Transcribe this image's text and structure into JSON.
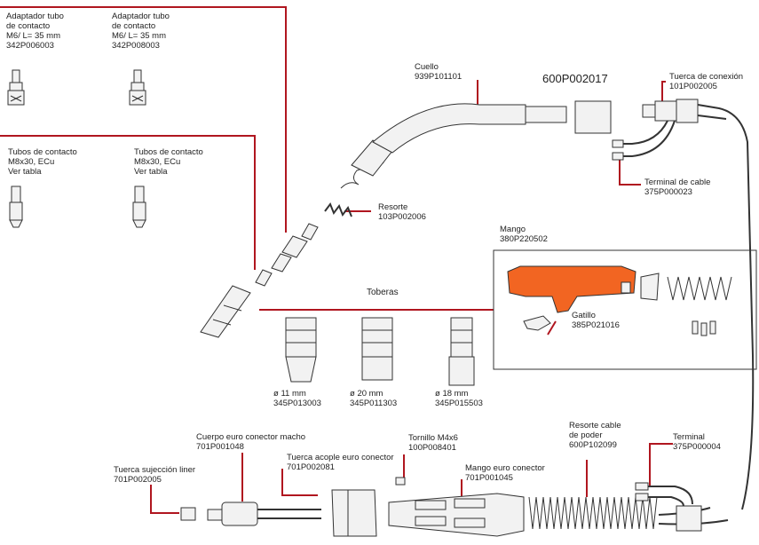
{
  "colors": {
    "callout_line": "#b0161f",
    "handle": "#f26522",
    "part_fill": "#f2f2f2",
    "outline": "#333333"
  },
  "labels": {
    "adapter_1": "Adaptador tubo\nde contacto\nM6/ L= 35 mm\n342P006003",
    "adapter_2": "Adaptador tubo\nde contacto\nM6/ L= 35 mm\n342P008003",
    "tip_1": "Tubos de contacto\nM8x30, ECu\nVer tabla",
    "tip_2": "Tubos de contacto\nM8x30, ECu\nVer tabla",
    "neck": "Cuello\n939P101101",
    "part_600": "600P002017",
    "connection_nut": "Tuerca de conexión\n101P002005",
    "cable_terminal": "Terminal de cable\n375P000023",
    "spring": "Resorte\n103P002006",
    "handle": "Mango\n380P220502",
    "nozzles_title": "Toberas",
    "trigger": "Gatillo\n385P021016",
    "nozzle_11": "ø 11 mm\n345P013003",
    "nozzle_20": "ø 20 mm\n345P011303",
    "nozzle_18": "ø 18 mm\n345P015503",
    "power_spring": "Resorte cable\nde poder\n600P102099",
    "terminal": "Terminal\n375P000004",
    "euro_body": "Cuerpo euro conector macho\n701P001048",
    "screw": "Tornillo M4x6\n100P008401",
    "coupling_nut": "Tuerca acople euro conector\n701P002081",
    "liner_nut": "Tuerca sujección liner\n701P002005",
    "euro_handle": "Mango euro conector\n701P001045"
  }
}
